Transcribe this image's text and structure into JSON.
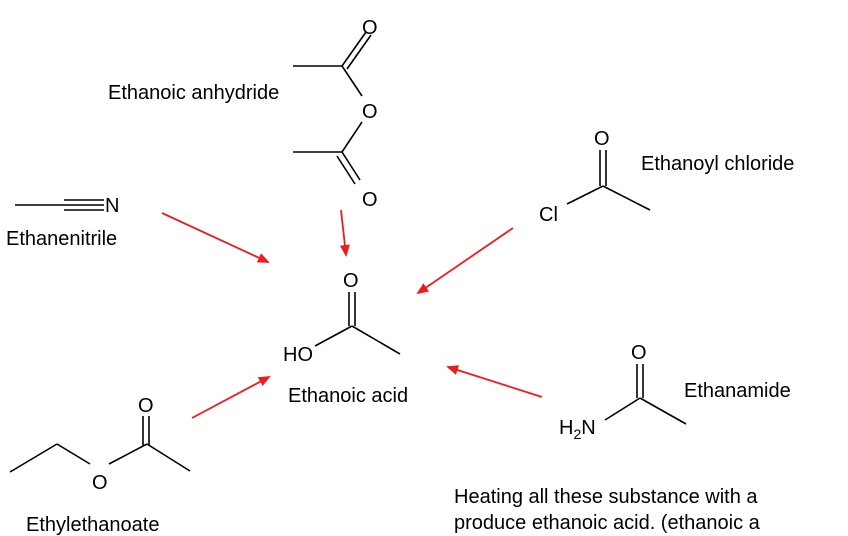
{
  "compounds": {
    "anhydride": "Ethanoic anhydride",
    "acyl_chloride": "Ethanoyl chloride",
    "nitrile": "Ethanenitrile",
    "acid": "Ethanoic acid",
    "amide": "Ethanamide",
    "ester": "Ethylethanoate"
  },
  "atoms": {
    "O": "O",
    "N": "N",
    "Cl": "Cl",
    "HO": "HO",
    "H": "H",
    "sub2": "2"
  },
  "note": {
    "line1": "Heating all these substance with a",
    "line2": "produce ethanoic acid. (ethanoic a"
  },
  "colors": {
    "arrow": "#ee1c1c",
    "bond": "#000000"
  }
}
